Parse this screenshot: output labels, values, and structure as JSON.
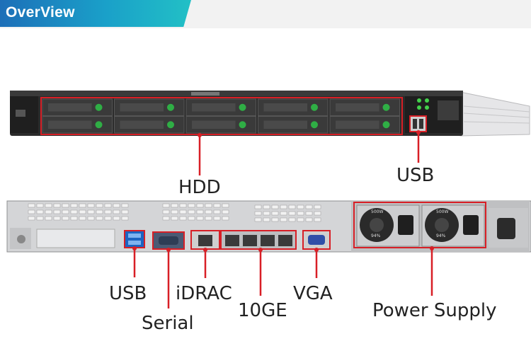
{
  "banner": {
    "title": "OverView"
  },
  "front_panel": {
    "drive_bays": 10,
    "labels": {
      "hdd": "HDD",
      "usb": "USB"
    }
  },
  "rear_panel": {
    "psu_text": [
      "500W",
      "94%"
    ],
    "labels": {
      "usb": "USB",
      "serial": "Serial",
      "idrac": "iDRAC",
      "ten_ge": "10GE",
      "vga": "VGA",
      "power_supply": "Power Supply"
    }
  },
  "colors": {
    "highlight": "#d81f26",
    "chassis_dark": "#2b2b2b",
    "chassis_light": "#d7d8da"
  }
}
